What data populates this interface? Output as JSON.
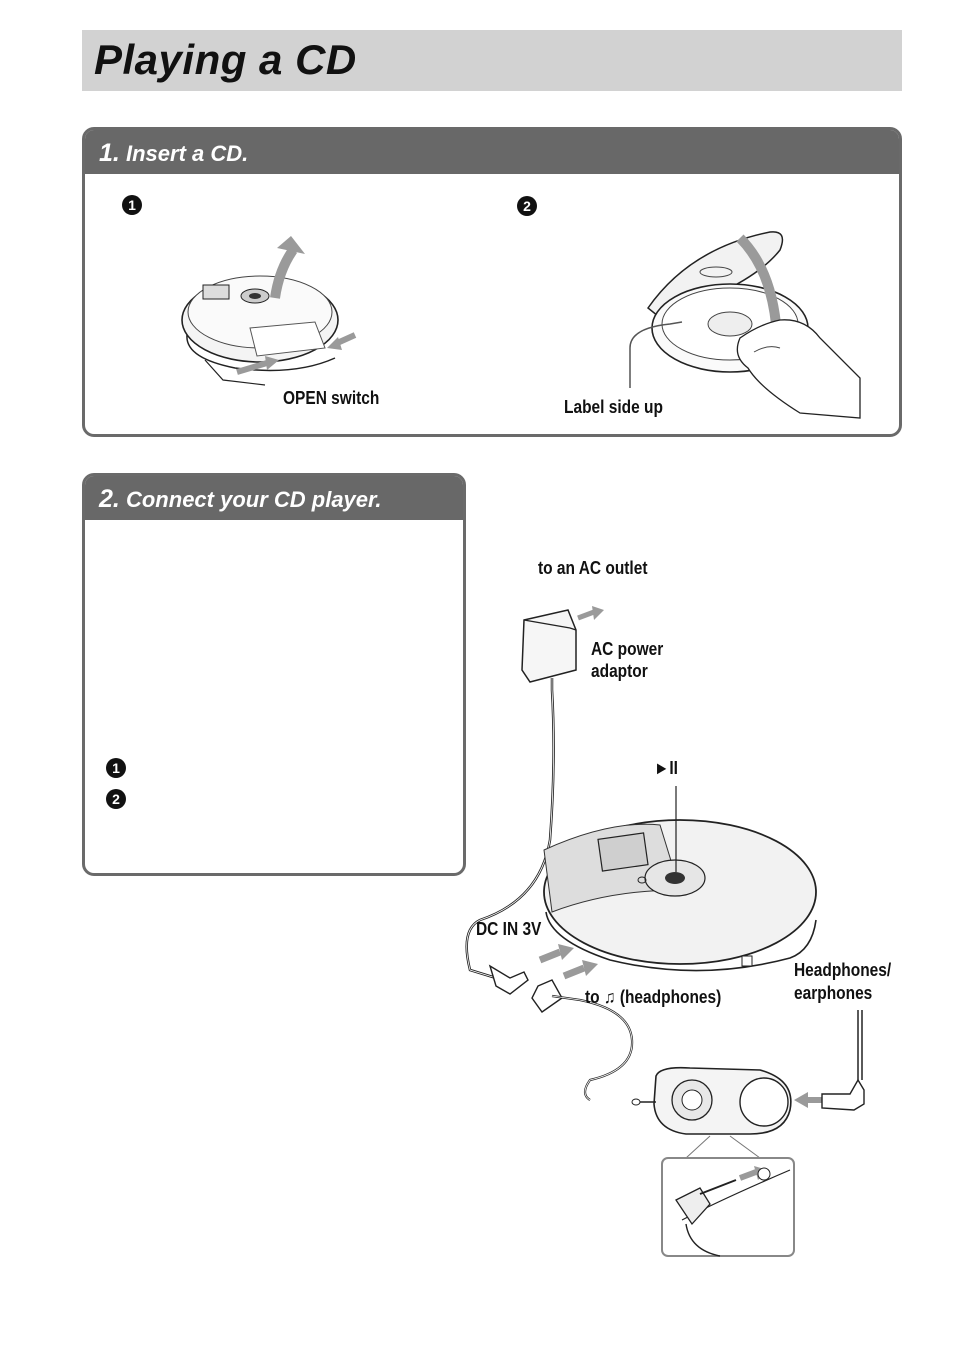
{
  "page": {
    "title": "Playing a CD"
  },
  "section1": {
    "number": "1.",
    "heading": "Insert a CD.",
    "step_markers": [
      "1",
      "2"
    ],
    "labels": {
      "open_switch": "OPEN switch",
      "label_side_up": "Label side up"
    }
  },
  "section2": {
    "number": "2.",
    "heading": "Connect your CD player.",
    "step_markers": [
      "1",
      "2"
    ],
    "labels": {
      "ac_outlet": "to an AC outlet",
      "ac_adaptor_line1": "AC power",
      "ac_adaptor_line2": "adaptor",
      "play_pause": "►II",
      "dc_in": "DC IN 3V",
      "headphones_jack": "to ♫ (headphones)",
      "headphones_line1": "Headphones/",
      "headphones_line2": "earphones"
    }
  },
  "icons": [
    "play-pause-icon",
    "headphones-icon",
    "arrow-icon"
  ]
}
